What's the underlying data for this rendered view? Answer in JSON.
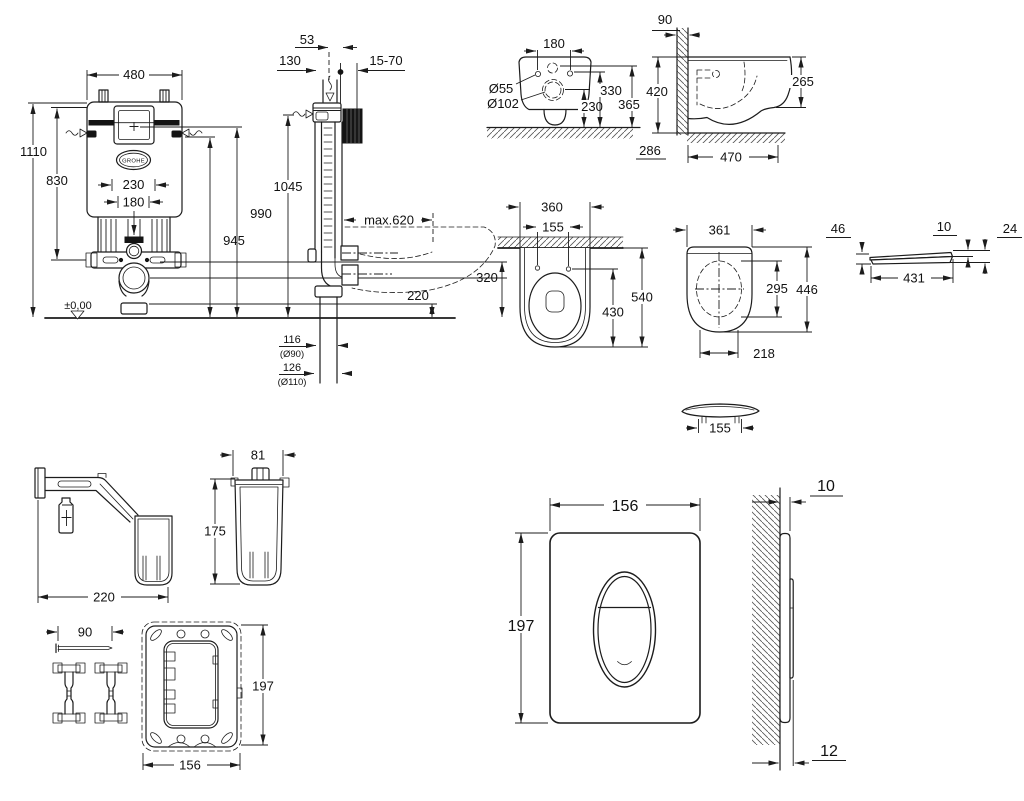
{
  "drawing": {
    "brand": "GROHE",
    "cistern_front": {
      "width_top": "480",
      "height_total": "1110",
      "height_upper": "830",
      "studs_span": "230",
      "pipes_span": "180",
      "h945": "945",
      "h990": "990",
      "h1045": "1045",
      "drain_h320": "320",
      "drain_h220": "220",
      "datum": "±0,00"
    },
    "cistern_side": {
      "top_offset": "53",
      "left_offset": "130",
      "wall_range": "15-70",
      "max_depth": "max.620",
      "outlet1": "116",
      "outlet1_pipe": "(Ø90)",
      "outlet2": "126",
      "outlet2_pipe": "(Ø110)"
    },
    "bowl_rear": {
      "holes_span": "180",
      "inlet_dia": "Ø55",
      "outlet_dia": "Ø102",
      "h230": "230",
      "h330": "330",
      "h365": "365"
    },
    "bowl_side": {
      "wall_thk": "90",
      "height": "420",
      "front_height": "265",
      "note286": "286",
      "depth": "470"
    },
    "bowl_front": {
      "width": "360",
      "holes_span": "155",
      "h540": "540",
      "h430": "430"
    },
    "seat_top": {
      "width": "361",
      "inner_depth": "295",
      "depth": "446",
      "front": "218"
    },
    "seat_side": {
      "back_height": "46",
      "lid_front": "10",
      "front_total": "24",
      "length": "431"
    },
    "seat_front": {
      "hinge_span": "155"
    },
    "bracket_side": {
      "length": "220"
    },
    "container_front": {
      "width": "81",
      "height": "175"
    },
    "fixing_set": {
      "screw_length": "90"
    },
    "mount_frame": {
      "height": "197",
      "width": "156"
    },
    "plate_front": {
      "width": "156",
      "height": "197"
    },
    "plate_side": {
      "plate_depth": "10",
      "total_depth": "12"
    }
  }
}
